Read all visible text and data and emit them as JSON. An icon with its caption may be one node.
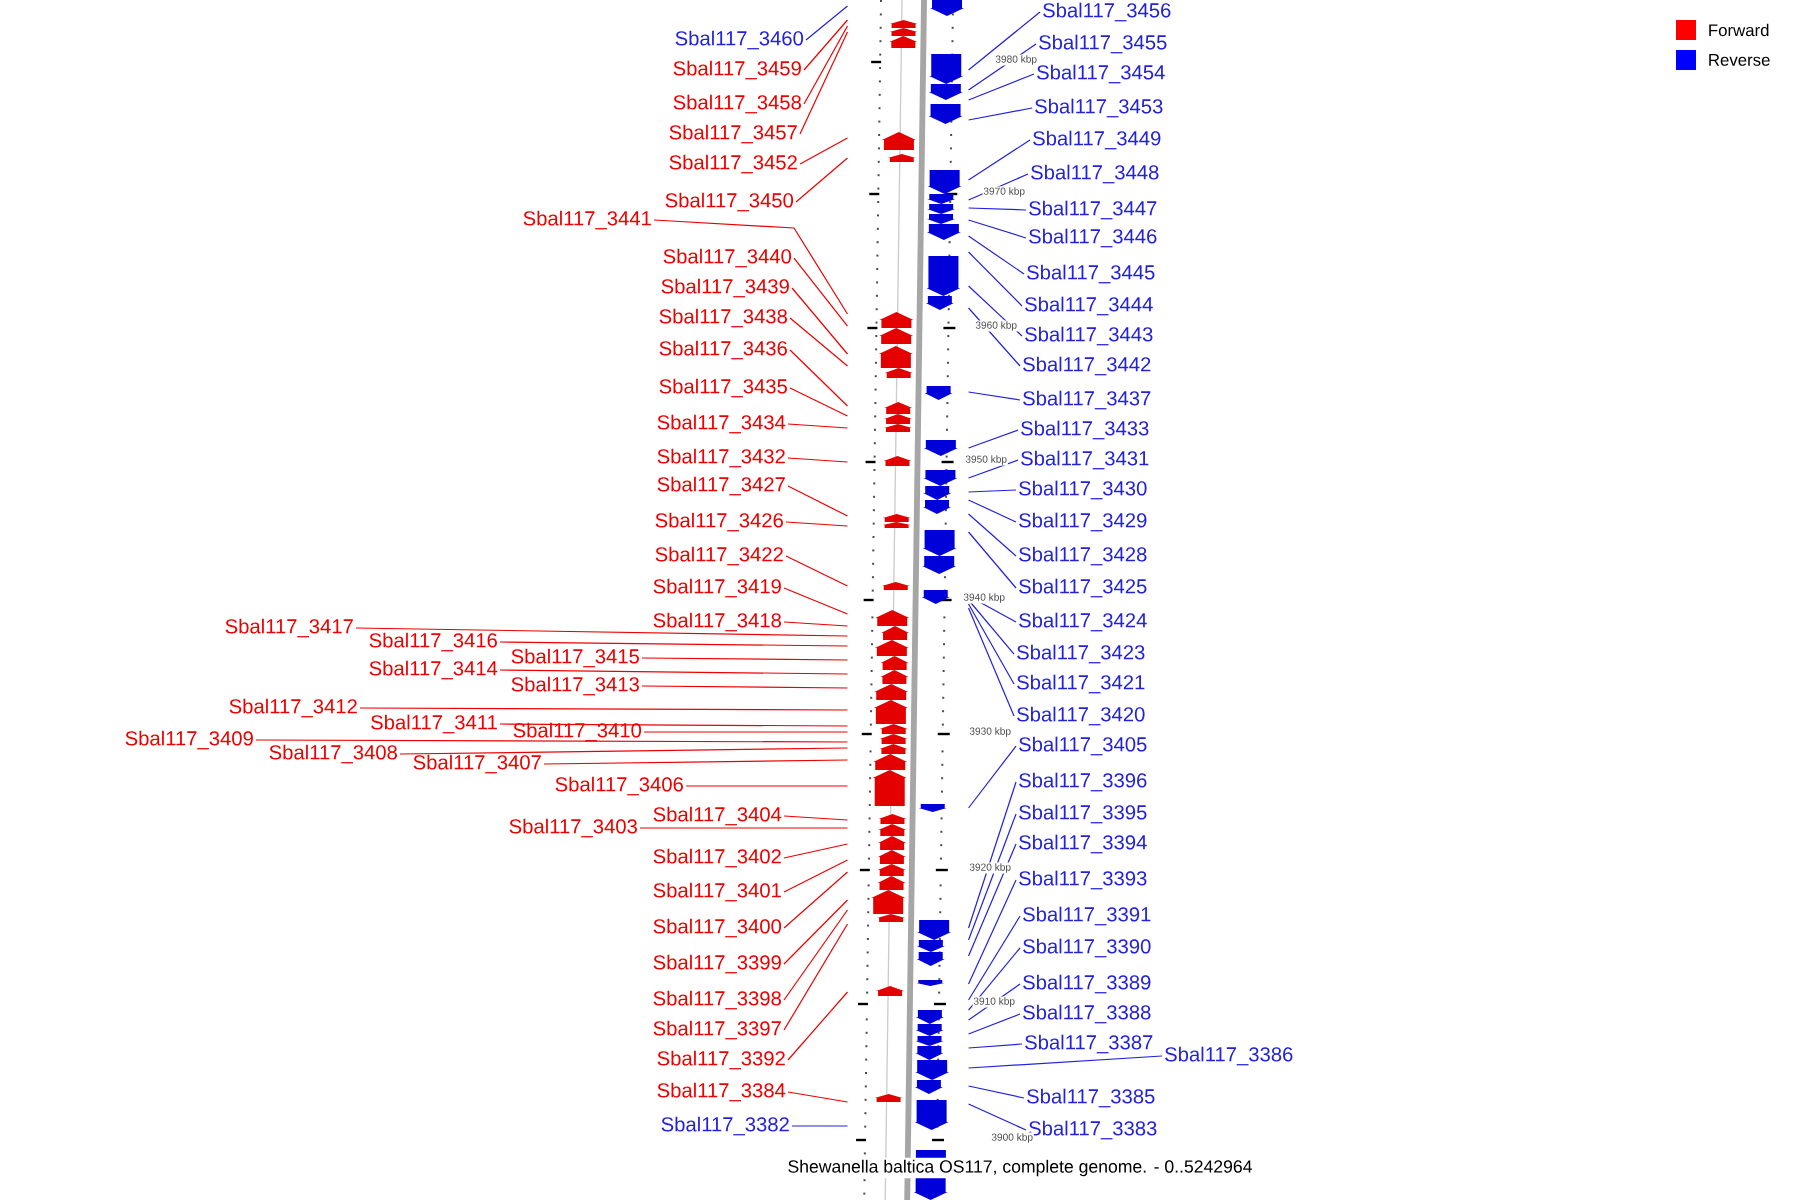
{
  "diagram": {
    "caption": "Shewanella baltica OS117, complete genome. - 0..5242964",
    "nodes": [
      {
        "text": [
          "Sbal117_3460"
        ]
      },
      {
        "text": [
          "Sbal117_3459"
        ]
      },
      {
        "text": [
          "Sbal117_3458"
        ]
      },
      {
        "text": [
          "Sbal117_3457"
        ]
      },
      {
        "text": [
          "Sbal117_3452"
        ]
      },
      {
        "text": [
          "Sbal117_3450"
        ]
      },
      {
        "text": [
          "Sbal117_3441"
        ]
      },
      {
        "text": [
          "Sbal117_3440"
        ]
      },
      {
        "text": [
          "Sbal117_3439"
        ]
      },
      {
        "text": [
          "Sbal117_3438"
        ]
      },
      {
        "text": [
          "Sbal117_3436"
        ]
      },
      {
        "text": [
          "Sbal117_3435"
        ]
      },
      {
        "text": [
          "Sbal117_3434"
        ]
      },
      {
        "text": [
          "Sbal117_3432"
        ]
      },
      {
        "text": [
          "Sbal117_3427"
        ]
      },
      {
        "text": [
          "Sbal117_3426"
        ]
      },
      {
        "text": [
          "Sbal117_3422"
        ]
      },
      {
        "text": [
          "Sbal117_3419"
        ]
      },
      {
        "text": [
          "Sbal117_3418"
        ]
      },
      {
        "text": [
          "Sbal117_3417"
        ]
      },
      {
        "text": [
          "Sbal117_3416"
        ]
      },
      {
        "text": [
          "Sbal117_3415"
        ]
      },
      {
        "text": [
          "Sbal117_3414"
        ]
      },
      {
        "text": [
          "Sbal117_3413"
        ]
      },
      {
        "text": [
          "Sbal117_3412"
        ]
      },
      {
        "text": [
          "Sbal117_3411"
        ]
      },
      {
        "text": [
          "Sbal117_3410"
        ]
      },
      {
        "text": [
          "Sbal117_3409"
        ]
      },
      {
        "text": [
          "Sbal117_3408"
        ]
      },
      {
        "text": [
          "Sbal117_3407"
        ]
      },
      {
        "text": [
          "Sbal117_3406"
        ]
      },
      {
        "text": [
          "Sbal117_3404"
        ]
      },
      {
        "text": [
          "Sbal117_3403"
        ]
      },
      {
        "text": [
          "Sbal117_3402"
        ]
      },
      {
        "text": [
          "Sbal117_3401"
        ]
      },
      {
        "text": [
          "Sbal117_3400"
        ]
      },
      {
        "text": [
          "Sbal117_3399"
        ]
      },
      {
        "text": [
          "Sbal117_3398"
        ]
      },
      {
        "text": [
          "Sbal117_3397"
        ]
      },
      {
        "text": [
          "Sbal117_3392"
        ]
      },
      {
        "text": [
          "Sbal117_3384"
        ]
      },
      {
        "text": [
          "Sbal117_3382"
        ]
      },
      {
        "text": [
          "Sbal117_3456"
        ]
      },
      {
        "text": [
          "Sbal117_3455"
        ]
      },
      {
        "text": [
          "Sbal117_3454"
        ]
      },
      {
        "text": [
          "Sbal117_3453"
        ]
      },
      {
        "text": [
          "Sbal117_3449"
        ]
      },
      {
        "text": [
          "Sbal117_3448"
        ]
      },
      {
        "text": [
          "Sbal117_3447"
        ]
      },
      {
        "text": [
          "Sbal117_3446"
        ]
      },
      {
        "text": [
          "Sbal117_3445"
        ]
      },
      {
        "text": [
          "Sbal117_3444"
        ]
      },
      {
        "text": [
          "Sbal117_3443"
        ]
      },
      {
        "text": [
          "Sbal117_3442"
        ]
      },
      {
        "text": [
          "Sbal117_3437"
        ]
      },
      {
        "text": [
          "Sbal117_3433"
        ]
      },
      {
        "text": [
          "Sbal117_3431"
        ]
      },
      {
        "text": [
          "Sbal117_3430"
        ]
      },
      {
        "text": [
          "Sbal117_3429"
        ]
      },
      {
        "text": [
          "Sbal117_3428"
        ]
      },
      {
        "text": [
          "Sbal117_3425"
        ]
      },
      {
        "text": [
          "Sbal117_3424"
        ]
      },
      {
        "text": [
          "Sbal117_3423"
        ]
      },
      {
        "text": [
          "Sbal117_3421"
        ]
      },
      {
        "text": [
          "Sbal117_3420"
        ]
      },
      {
        "text": [
          "Sbal117_3405"
        ]
      },
      {
        "text": [
          "Sbal117_3396"
        ]
      },
      {
        "text": [
          "Sbal117_3395"
        ]
      },
      {
        "text": [
          "Sbal117_3394"
        ]
      },
      {
        "text": [
          "Sbal117_3393"
        ]
      },
      {
        "text": [
          "Sbal117_3391"
        ]
      },
      {
        "text": [
          "Sbal117_3390"
        ]
      },
      {
        "text": [
          "Sbal117_3389"
        ]
      },
      {
        "text": [
          "Sbal117_3388"
        ]
      },
      {
        "text": [
          "Sbal117_3387"
        ]
      },
      {
        "text": [
          "Sbal117_3386"
        ]
      },
      {
        "text": [
          "Sbal117_3385"
        ]
      },
      {
        "text": [
          "Sbal117_3383"
        ]
      },
      {
        "text": [],
        "shape": "picture"
      },
      {
        "text": [],
        "shape": "picture"
      }
    ],
    "edges": [
      {
        "from": 0,
        "to": 78,
        "arrow": "none",
        "color": "#2222dd"
      },
      {
        "from": 1,
        "to": 78,
        "arrow": "none"
      },
      {
        "from": 2,
        "to": 78,
        "arrow": "none"
      },
      {
        "from": 3,
        "to": 78,
        "arrow": "none"
      },
      {
        "from": 4,
        "to": 78,
        "arrow": "none"
      },
      {
        "from": 5,
        "to": 78,
        "arrow": "none"
      },
      {
        "from": 6,
        "to": 78,
        "arrow": "none"
      },
      {
        "from": 7,
        "to": 78,
        "arrow": "none"
      },
      {
        "from": 8,
        "to": 78,
        "arrow": "none"
      },
      {
        "from": 9,
        "to": 78,
        "arrow": "none"
      },
      {
        "from": 10,
        "to": 78,
        "arrow": "none"
      },
      {
        "from": 11,
        "to": 78,
        "arrow": "none"
      },
      {
        "from": 12,
        "to": 78,
        "arrow": "none"
      },
      {
        "from": 13,
        "to": 78,
        "arrow": "none"
      },
      {
        "from": 14,
        "to": 78,
        "arrow": "none"
      },
      {
        "from": 15,
        "to": 78,
        "arrow": "none"
      },
      {
        "from": 16,
        "to": 78,
        "arrow": "none"
      },
      {
        "from": 17,
        "to": 78,
        "arrow": "none"
      },
      {
        "from": 18,
        "to": 78,
        "arrow": "none"
      },
      {
        "from": 19,
        "to": 78,
        "arrow": "none"
      },
      {
        "from": 20,
        "to": 78,
        "arrow": "none"
      },
      {
        "from": 21,
        "to": 78,
        "arrow": "none"
      },
      {
        "from": 22,
        "to": 78,
        "arrow": "none"
      },
      {
        "from": 23,
        "to": 78,
        "arrow": "none"
      },
      {
        "from": 24,
        "to": 78,
        "arrow": "none"
      },
      {
        "from": 25,
        "to": 78,
        "arrow": "none"
      },
      {
        "from": 26,
        "to": 78,
        "arrow": "none"
      },
      {
        "from": 27,
        "to": 78,
        "arrow": "none"
      },
      {
        "from": 28,
        "to": 78,
        "arrow": "none"
      },
      {
        "from": 29,
        "to": 78,
        "arrow": "none"
      },
      {
        "from": 30,
        "to": 78,
        "arrow": "none"
      },
      {
        "from": 31,
        "to": 78,
        "arrow": "none"
      },
      {
        "from": 32,
        "to": 78,
        "arrow": "none"
      },
      {
        "from": 33,
        "to": 78,
        "arrow": "none"
      },
      {
        "from": 34,
        "to": 78,
        "arrow": "none"
      },
      {
        "from": 35,
        "to": 78,
        "arrow": "none"
      },
      {
        "from": 36,
        "to": 78,
        "arrow": "none"
      },
      {
        "from": 37,
        "to": 78,
        "arrow": "none"
      },
      {
        "from": 38,
        "to": 78,
        "arrow": "none"
      },
      {
        "from": 39,
        "to": 78,
        "arrow": "none"
      },
      {
        "from": 40,
        "to": 78,
        "arrow": "none"
      },
      {
        "from": 41,
        "to": 78,
        "arrow": "none",
        "color": "#2222dd"
      },
      {
        "from": 42,
        "to": 79,
        "arrow": "none",
        "color": "#2222dd"
      },
      {
        "from": 43,
        "to": 79,
        "arrow": "none",
        "color": "#2222dd"
      },
      {
        "from": 44,
        "to": 79,
        "arrow": "none",
        "color": "#2222dd"
      },
      {
        "from": 45,
        "to": 79,
        "arrow": "none",
        "color": "#2222dd"
      },
      {
        "from": 46,
        "to": 79,
        "arrow": "none",
        "color": "#2222dd"
      },
      {
        "from": 47,
        "to": 79,
        "arrow": "none",
        "color": "#2222dd"
      },
      {
        "from": 48,
        "to": 79,
        "arrow": "none",
        "color": "#2222dd"
      },
      {
        "from": 49,
        "to": 79,
        "arrow": "none",
        "color": "#2222dd"
      },
      {
        "from": 50,
        "to": 79,
        "arrow": "none",
        "color": "#2222dd"
      },
      {
        "from": 51,
        "to": 79,
        "arrow": "none",
        "color": "#2222dd"
      },
      {
        "from": 52,
        "to": 79,
        "arrow": "none",
        "color": "#2222dd"
      },
      {
        "from": 53,
        "to": 79,
        "arrow": "none",
        "color": "#2222dd"
      },
      {
        "from": 54,
        "to": 79,
        "arrow": "none",
        "color": "#2222dd"
      },
      {
        "from": 55,
        "to": 79,
        "arrow": "none",
        "color": "#2222dd"
      },
      {
        "from": 56,
        "to": 79,
        "arrow": "none",
        "color": "#2222dd"
      },
      {
        "from": 57,
        "to": 79,
        "arrow": "none",
        "color": "#2222dd"
      },
      {
        "from": 58,
        "to": 79,
        "arrow": "none",
        "color": "#2222dd"
      },
      {
        "from": 59,
        "to": 79,
        "arrow": "none",
        "color": "#2222dd"
      },
      {
        "from": 60,
        "to": 79,
        "arrow": "none",
        "color": "#2222dd"
      },
      {
        "from": 61,
        "to": 79,
        "arrow": "none",
        "color": "#2222dd"
      },
      {
        "from": 62,
        "to": 79,
        "arrow": "none",
        "color": "#2222dd"
      },
      {
        "from": 63,
        "to": 79,
        "arrow": "none",
        "color": "#2222dd"
      },
      {
        "from": 64,
        "to": 79,
        "arrow": "none",
        "color": "#2222dd"
      },
      {
        "from": 65,
        "to": 79,
        "arrow": "none",
        "color": "#2222dd"
      },
      {
        "from": 66,
        "to": 79,
        "arrow": "none",
        "color": "#2222dd"
      },
      {
        "from": 67,
        "to": 79,
        "arrow": "none",
        "color": "#2222dd"
      },
      {
        "from": 68,
        "to": 79,
        "arrow": "none",
        "color": "#2222dd"
      },
      {
        "from": 69,
        "to": 79,
        "arrow": "none",
        "color": "#2222dd"
      },
      {
        "from": 70,
        "to": 79,
        "arrow": "none",
        "color": "#2222dd"
      },
      {
        "from": 71,
        "to": 79,
        "arrow": "none",
        "color": "#2222dd"
      },
      {
        "from": 72,
        "to": 79,
        "arrow": "none",
        "color": "#2222dd"
      },
      {
        "from": 73,
        "to": 79,
        "arrow": "none",
        "color": "#2222dd"
      },
      {
        "from": 74,
        "to": 79,
        "arrow": "none",
        "color": "#2222dd"
      },
      {
        "from": 75,
        "to": 79,
        "arrow": "none",
        "color": "#2222dd"
      },
      {
        "from": 76,
        "to": 79,
        "arrow": "none",
        "color": "#2222dd"
      },
      {
        "from": 77,
        "to": 79,
        "arrow": "none",
        "color": "#2222dd"
      }
    ],
    "labels": [
      "3980 kbp",
      "3970 kbp",
      "3960 kbp",
      "3950 kbp",
      "3940 kbp",
      "3930 kbp",
      "3920 kbp",
      "3910 kbp",
      "3900 kbp"
    ],
    "legend": [
      {
        "text": "Forward",
        "color": "#ff0000"
      },
      {
        "text": "Reverse",
        "color": "#0000ff"
      }
    ]
  }
}
